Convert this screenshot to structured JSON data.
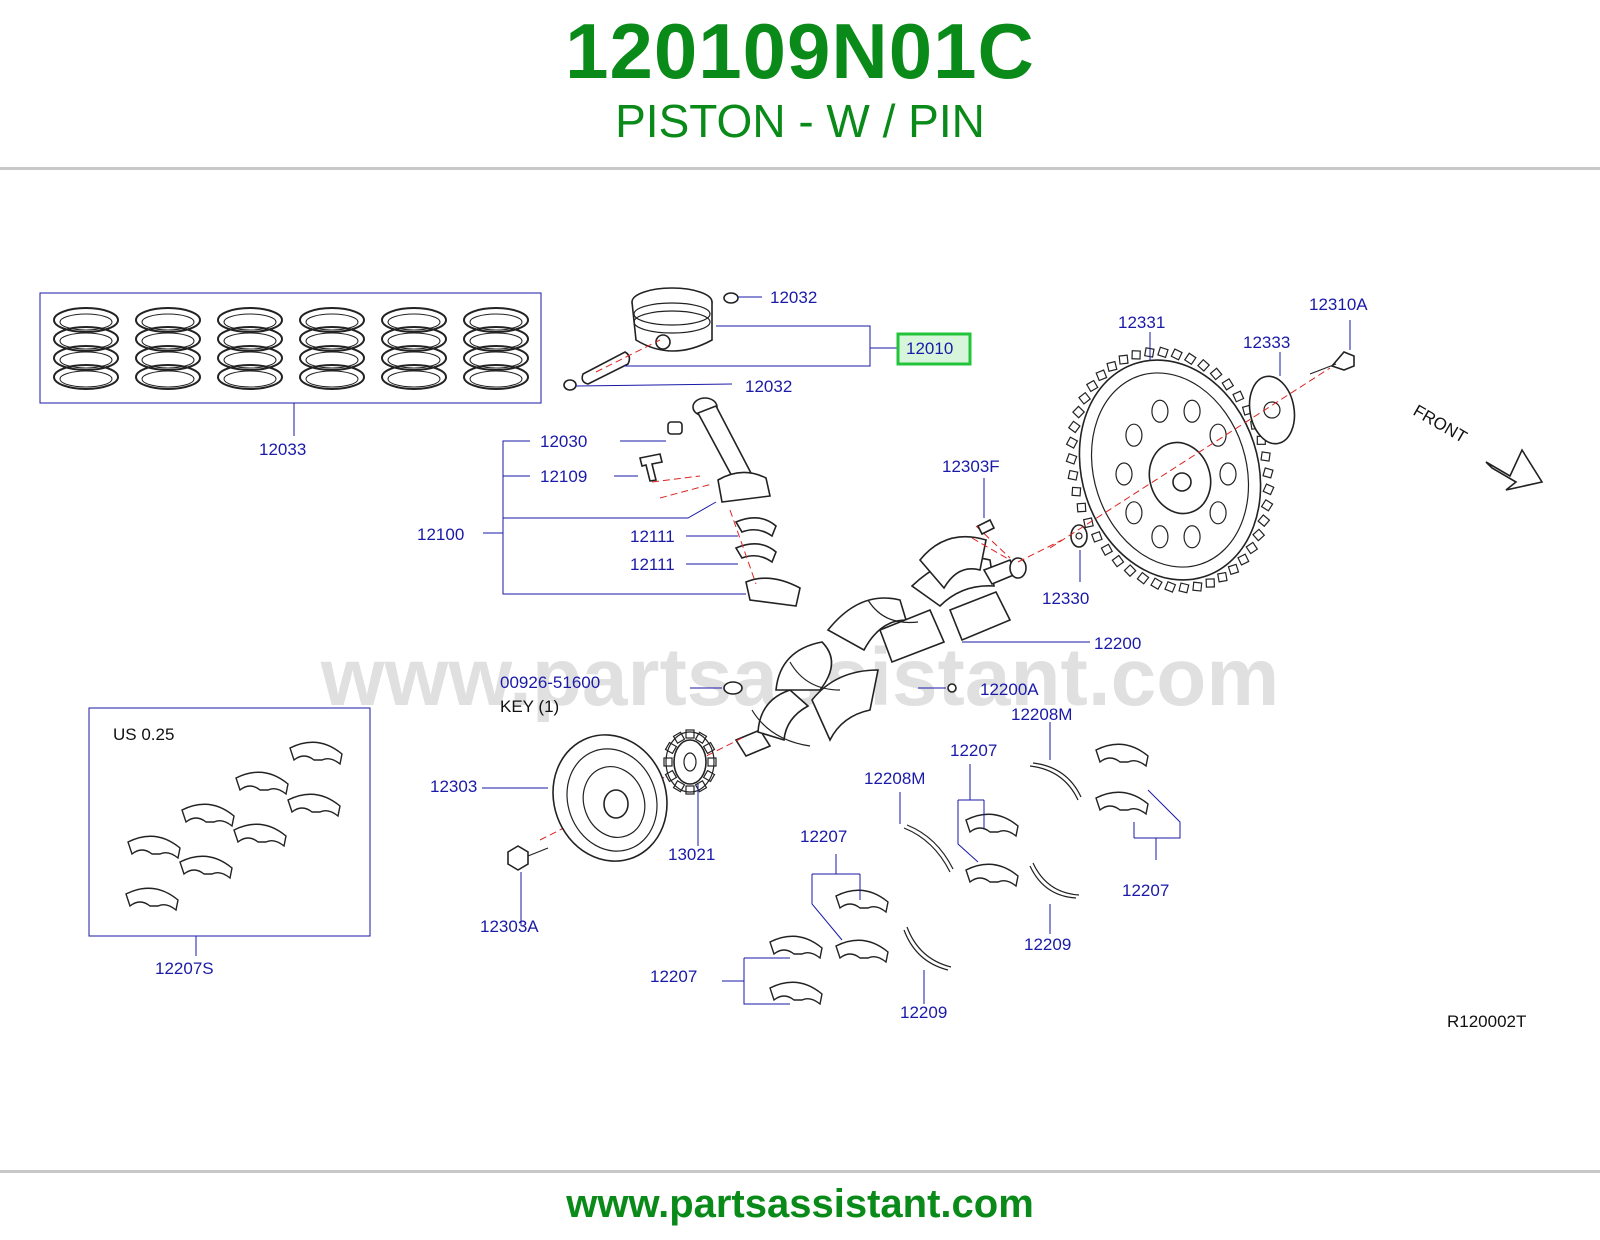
{
  "header": {
    "part_number": "120109N01C",
    "description": "PISTON - W / PIN"
  },
  "footer": {
    "url": "www.partsassistant.com"
  },
  "diagram": {
    "watermark": "www.partsassistant.com",
    "reference_code": "R120002T",
    "front_label": "FRONT",
    "undersize_label": "US   0.25",
    "key_label": "KEY    (1)",
    "highlight_color": "#22c43a",
    "callouts": {
      "c12032a": "12032",
      "c12010": "12010",
      "c12032b": "12032",
      "c12033": "12033",
      "c12030": "12030",
      "c12109": "12109",
      "c12100": "12100",
      "c12111a": "12111",
      "c12111b": "12111",
      "c12331": "12331",
      "c12310A": "12310A",
      "c12333": "12333",
      "c12303F": "12303F",
      "c12330": "12330",
      "c12200": "12200",
      "c12200A": "12200A",
      "c00926": "00926-51600",
      "c12303": "12303",
      "c12303A": "12303A",
      "c13021": "13021",
      "c12207S": "12207S",
      "c12208Ma": "12208M",
      "c12208Mb": "12208M",
      "c12207a": "12207",
      "c12207b": "12207",
      "c12207c": "12207",
      "c12207d": "12207",
      "c12209a": "12209",
      "c12209b": "12209"
    }
  }
}
